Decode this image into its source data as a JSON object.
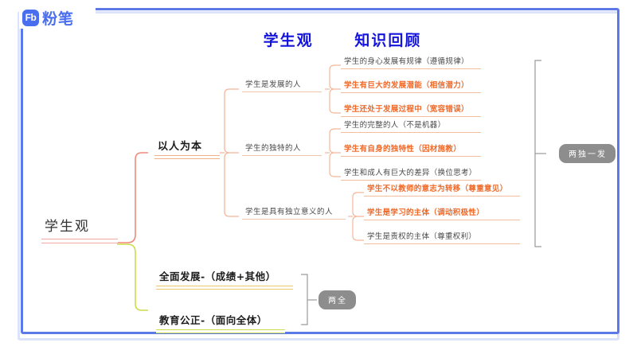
{
  "app": {
    "logo_mark": "Fb",
    "logo_text": "粉笔"
  },
  "header": {
    "title": "学生观      知识回顾"
  },
  "colors": {
    "frame_blue": "#5d79e8",
    "title_blue": "#1414dc",
    "highlight_orange": "#ef6a2a",
    "body_gray": "#4a4a4a",
    "root_underline": "#f2a9a4",
    "branch_underline": "#f0b089",
    "gold_underline": "#e8c86a",
    "green_underline": "#cddc4a",
    "pill_gray": "#8d8d8d"
  },
  "mindmap": {
    "root": {
      "label": "学生观"
    },
    "branches": [
      {
        "label": "以人为本",
        "groups": [
          {
            "label": "学生是发展的人",
            "items": [
              {
                "text": "学生的身心发展有规律（遵循规律）",
                "highlight": false
              },
              {
                "text": "学生有巨大的发展潜能（相信潜力）",
                "highlight": true
              },
              {
                "text": "学生还处于发展过程中（宽容错误）",
                "highlight": true
              }
            ]
          },
          {
            "label": "学生的独特的人",
            "items": [
              {
                "text": "学生的完整的人（不是机器）",
                "highlight": false
              },
              {
                "text": "学生有自身的独特性（因材施教）",
                "highlight": true
              },
              {
                "text": "学生和成人有巨大的差异（换位思考）",
                "highlight": false
              }
            ]
          },
          {
            "label": "学生是具有独立意义的人",
            "items": [
              {
                "text": "学生不以教师的意志为转移（尊重意见）",
                "highlight": true
              },
              {
                "text": "学生是学习的主体（调动积极性）",
                "highlight": true
              },
              {
                "text": "学生是责权的主体（尊重权利）",
                "highlight": false
              }
            ]
          }
        ],
        "summary_pill": "两独一发"
      },
      {
        "items": [
          {
            "label": "全面发展-（成绩+其他）",
            "rule": "gold"
          },
          {
            "label": "教育公正-（面向全体）",
            "rule": "green"
          }
        ],
        "summary_pill": "两全"
      }
    ]
  }
}
